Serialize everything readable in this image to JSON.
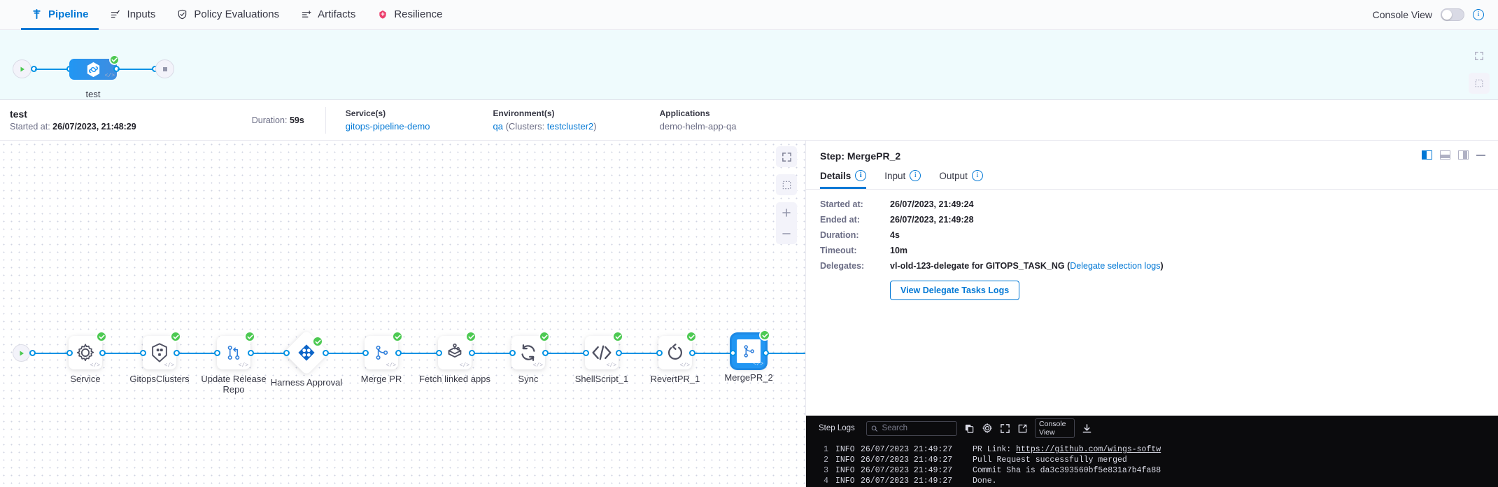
{
  "topnav": {
    "tabs": [
      {
        "label": "Pipeline",
        "icon": "pipeline-icon",
        "active": true
      },
      {
        "label": "Inputs",
        "icon": "inputs-icon",
        "active": false
      },
      {
        "label": "Policy Evaluations",
        "icon": "shield-check-icon",
        "active": false
      },
      {
        "label": "Artifacts",
        "icon": "artifacts-icon",
        "active": false
      },
      {
        "label": "Resilience",
        "icon": "resilience-icon",
        "active": false
      }
    ],
    "console_view_label": "Console View",
    "console_view_on": false,
    "info_icon": "info-icon"
  },
  "minimap": {
    "stage_label": "test",
    "start_icon": "play-icon",
    "stage_icon": "deploy-hexagon-icon",
    "end_icon": "stop-icon",
    "status_icon": "success-check-icon",
    "controls": [
      {
        "name": "fullscreen-icon"
      },
      {
        "name": "fit-to-screen-icon"
      },
      {
        "name": "zoom-in-icon"
      },
      {
        "name": "zoom-out-icon"
      }
    ]
  },
  "summary": {
    "name": "test",
    "started_label": "Started at:",
    "started_value": "26/07/2023, 21:48:29",
    "duration_label": "Duration:",
    "duration_value": "59s",
    "services_label": "Service(s)",
    "services_value": "gitops-pipeline-demo",
    "environments_label": "Environment(s)",
    "environment_value": "qa",
    "clusters_prefix": " (Clusters: ",
    "clusters_value": "testcluster2",
    "clusters_suffix": ")",
    "applications_label": "Applications",
    "applications_value": "demo-helm-app-qa"
  },
  "graph": {
    "start_icon": "play-icon",
    "nodes": [
      {
        "label": "Service",
        "icon": "gear-icon",
        "shape": "card",
        "status": "success",
        "selected": false
      },
      {
        "label": "GitopsClusters",
        "icon": "kubernetes-cluster-icon",
        "shape": "card",
        "status": "success",
        "selected": false
      },
      {
        "label": "Update Release Repo",
        "icon": "update-repo-icon",
        "shape": "card",
        "status": "success",
        "selected": false
      },
      {
        "label": "Harness Approval",
        "icon": "harness-approval-icon",
        "shape": "diamond",
        "status": "success",
        "selected": false
      },
      {
        "label": "Merge PR",
        "icon": "merge-pr-icon",
        "shape": "card",
        "status": "success",
        "selected": false
      },
      {
        "label": "Fetch linked apps",
        "icon": "fetch-apps-icon",
        "shape": "card",
        "status": "success",
        "selected": false
      },
      {
        "label": "Sync",
        "icon": "sync-icon",
        "shape": "card",
        "status": "success",
        "selected": false
      },
      {
        "label": "ShellScript_1",
        "icon": "shell-script-icon",
        "shape": "card",
        "status": "success",
        "selected": false
      },
      {
        "label": "RevertPR_1",
        "icon": "revert-icon",
        "shape": "card",
        "status": "success",
        "selected": false
      },
      {
        "label": "MergePR_2",
        "icon": "merge-pr-icon",
        "shape": "card",
        "status": "success",
        "selected": true
      }
    ],
    "controls": [
      {
        "name": "fullscreen-icon"
      },
      {
        "name": "fit-to-screen-icon"
      },
      {
        "name": "zoom-in-icon"
      },
      {
        "name": "zoom-out-icon"
      }
    ]
  },
  "panel": {
    "title": "Step: MergePR_2",
    "layout_icons": [
      "split-right-layout-icon",
      "split-bottom-layout-icon",
      "split-left-layout-icon"
    ],
    "minimize_icon": "minimize-icon",
    "tabs": [
      {
        "label": "Details",
        "active": true
      },
      {
        "label": "Input",
        "active": false
      },
      {
        "label": "Output",
        "active": false
      }
    ],
    "details": [
      {
        "key": "Started at:",
        "value": "26/07/2023, 21:49:24"
      },
      {
        "key": "Ended at:",
        "value": "26/07/2023, 21:49:28"
      },
      {
        "key": "Duration:",
        "value": "4s"
      },
      {
        "key": "Timeout:",
        "value": "10m"
      }
    ],
    "delegates_label": "Delegates:",
    "delegates_value": "vl-old-123-delegate for GITOPS_TASK_NG (",
    "delegates_link": "Delegate selection logs",
    "delegates_suffix": ")",
    "delegate_button": "View Delegate Tasks Logs"
  },
  "logs": {
    "title": "Step Logs",
    "search_placeholder": "Search",
    "search_value": "",
    "icons": [
      "copy-icon",
      "gear-icon",
      "fullscreen-icon",
      "open-external-icon",
      "download-icon"
    ],
    "console_view_button": "Console View",
    "lines": [
      {
        "no": "1",
        "level": "INFO",
        "ts": "26/07/2023 21:49:27",
        "msg": "PR Link: ",
        "link": "https://github.com/wings-softw"
      },
      {
        "no": "2",
        "level": "INFO",
        "ts": "26/07/2023 21:49:27",
        "msg": "Pull Request successfully merged",
        "link": ""
      },
      {
        "no": "3",
        "level": "INFO",
        "ts": "26/07/2023 21:49:27",
        "msg": "Commit Sha is da3c393560bf5e831a7b4fa88",
        "link": ""
      },
      {
        "no": "4",
        "level": "INFO",
        "ts": "26/07/2023 21:49:27",
        "msg": "Done.",
        "link": ""
      }
    ]
  },
  "colors": {
    "accent": "#0278d5",
    "success": "#4dc952",
    "edge": "#0092e4",
    "selected_node": "#2196f3"
  }
}
